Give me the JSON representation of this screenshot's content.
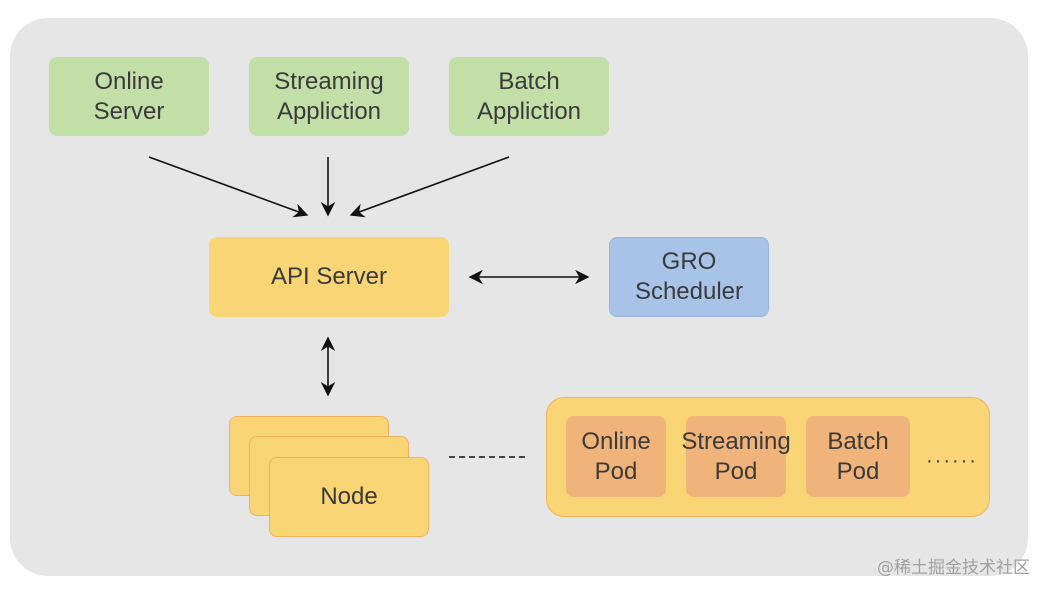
{
  "sources": {
    "online_server": "Online\nServer",
    "streaming_application": "Streaming\nAppliction",
    "batch_application": "Batch\nAppliction"
  },
  "api_server": "API Server",
  "gro_scheduler": "GRO\nScheduler",
  "node": "Node",
  "pods": {
    "online": "Online\nPod",
    "streaming": "Streaming\nPod",
    "batch": "Batch\nPod",
    "more": "······"
  },
  "watermark": "@稀土掘金技术社区",
  "colors": {
    "background": "#e6e6e6",
    "green": "#c3dfa8",
    "yellow": "#f9d576",
    "blue": "#a8c3e8",
    "pod": "#f0b37a"
  }
}
